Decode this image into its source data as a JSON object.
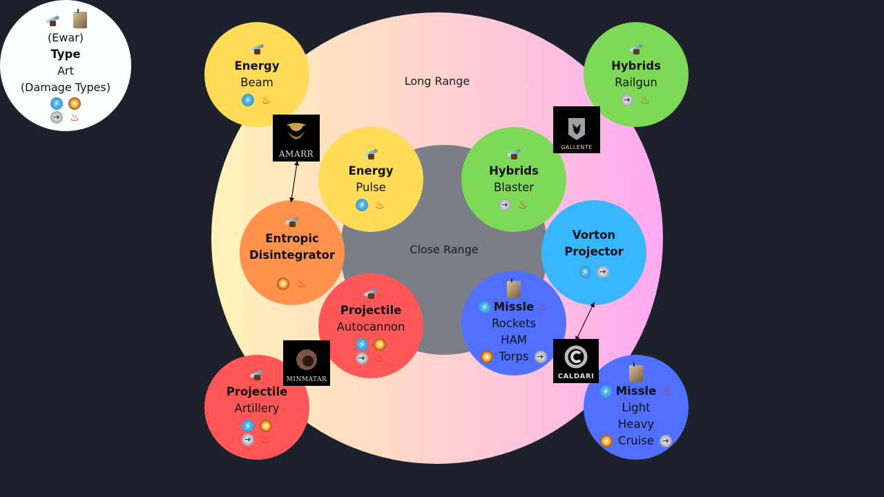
{
  "legend": {
    "ewar": "(Ewar)",
    "type": "Type",
    "art": "Art",
    "damage_types": "(Damage Types)",
    "icons_top": [
      "turret-icon",
      "launcher-icon"
    ],
    "damage_icons": [
      "em-icon",
      "explosive-icon",
      "kinetic-icon",
      "thermal-icon"
    ]
  },
  "ranges": {
    "long": "Long Range",
    "close": "Close Range"
  },
  "factions": {
    "amarr": "AMARR",
    "gallente": "GALLENTE",
    "minmatar": "MINMATAR",
    "caldari": "CALDARI"
  },
  "weapons": {
    "energy_beam": {
      "type": "Energy",
      "art": "Beam",
      "damage": [
        "em",
        "thermal"
      ],
      "color": "#ffdb58"
    },
    "energy_pulse": {
      "type": "Energy",
      "art": "Pulse",
      "damage": [
        "em",
        "thermal"
      ],
      "color": "#ffdb58"
    },
    "hybrids_railgun": {
      "type": "Hybrids",
      "art": "Railgun",
      "damage": [
        "kinetic",
        "thermal"
      ],
      "color": "#7ed957"
    },
    "hybrids_blaster": {
      "type": "Hybrids",
      "art": "Blaster",
      "damage": [
        "kinetic",
        "thermal"
      ],
      "color": "#7ed957"
    },
    "entropic": {
      "type_line1": "Entropic",
      "type_line2": "Disintegrator",
      "damage": [
        "explosive",
        "thermal"
      ],
      "color": "#ff914d"
    },
    "vorton": {
      "type_line1": "Vorton",
      "type_line2": "Projector",
      "damage": [
        "em",
        "kinetic"
      ],
      "color": "#38b6ff"
    },
    "projectile_autocannon": {
      "type": "Projectile",
      "art": "Autocannon",
      "damage": [
        "em",
        "explosive",
        "kinetic",
        "thermal"
      ],
      "color": "#ff5757"
    },
    "projectile_artillery": {
      "type": "Projectile",
      "art": "Artillery",
      "damage": [
        "em",
        "explosive",
        "kinetic",
        "thermal"
      ],
      "color": "#ff5757"
    },
    "missile_short": {
      "type": "Missle",
      "arts": [
        "Rockets",
        "HAM",
        "Torps"
      ],
      "damage": [
        "em",
        "thermal",
        "explosive",
        "kinetic"
      ],
      "color": "#5170ff"
    },
    "missile_long": {
      "type": "Missle",
      "arts": [
        "Light",
        "Heavy",
        "Cruise"
      ],
      "damage": [
        "em",
        "thermal",
        "explosive",
        "kinetic"
      ],
      "color": "#5170ff"
    }
  },
  "glyphs": {
    "em": "⚡",
    "explosive": "",
    "kinetic": "➔",
    "thermal": "♨"
  }
}
